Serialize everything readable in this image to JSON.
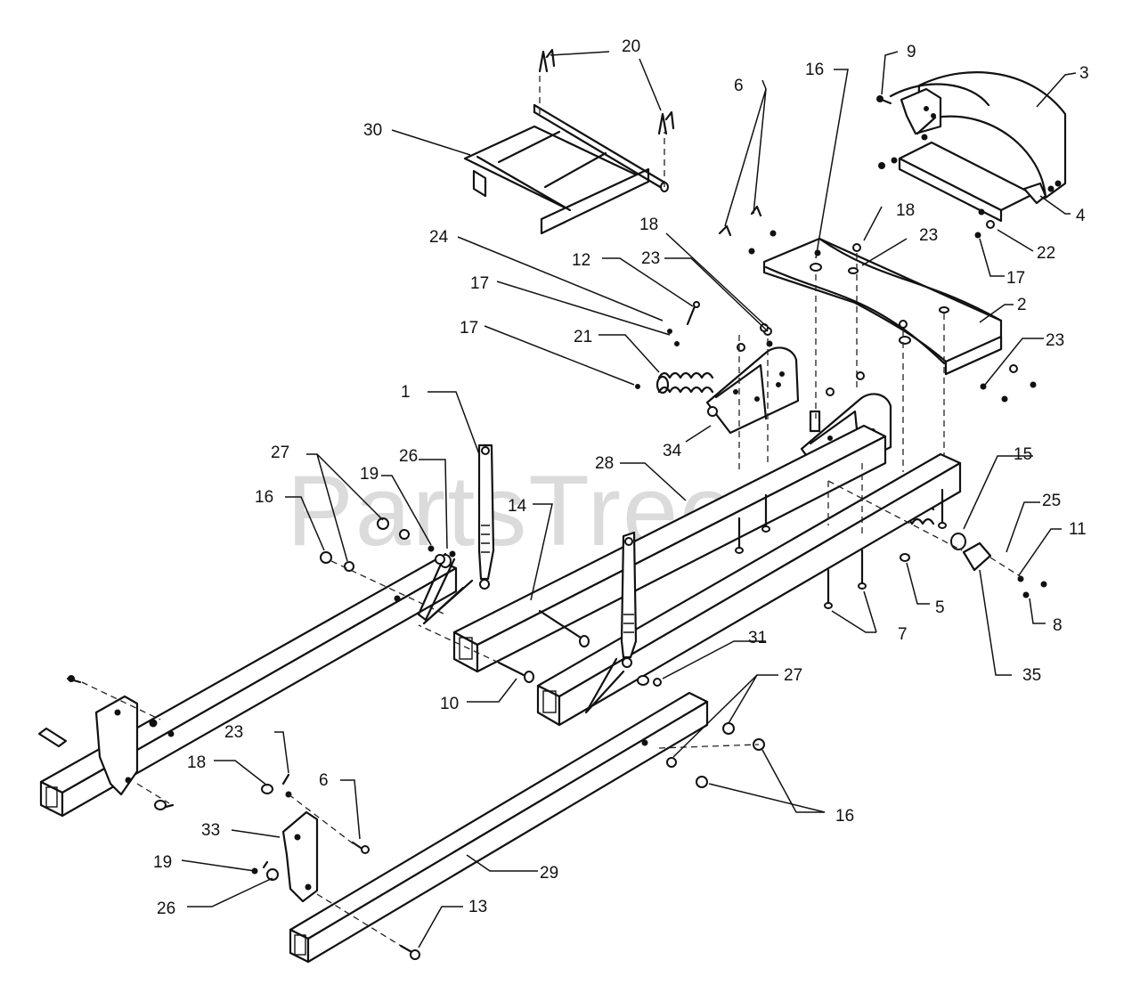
{
  "watermark": {
    "text": "PartsTree",
    "mark": "™"
  },
  "callouts": {
    "c1": "1",
    "c2": "2",
    "c3": "3",
    "c4": "4",
    "c5": "5",
    "c6a": "6",
    "c6b": "6",
    "c7": "7",
    "c8": "8",
    "c9": "9",
    "c10": "10",
    "c11": "11",
    "c12": "12",
    "c13": "13",
    "c14": "14",
    "c15": "15",
    "c16a": "16",
    "c16b": "16",
    "c16c": "16",
    "c17a": "17",
    "c17b": "17",
    "c17c": "17",
    "c18a": "18",
    "c18b": "18",
    "c18c": "18",
    "c19a": "19",
    "c19b": "19",
    "c20": "20",
    "c21": "21",
    "c22": "22",
    "c23a": "23",
    "c23b": "23",
    "c23c": "23",
    "c23d": "23",
    "c24": "24",
    "c25": "25",
    "c26a": "26",
    "c26b": "26",
    "c27a": "27",
    "c27b": "27",
    "c28": "28",
    "c29": "29",
    "c30": "30",
    "c31": "31",
    "c33": "33",
    "c34": "34",
    "c35": "35"
  }
}
